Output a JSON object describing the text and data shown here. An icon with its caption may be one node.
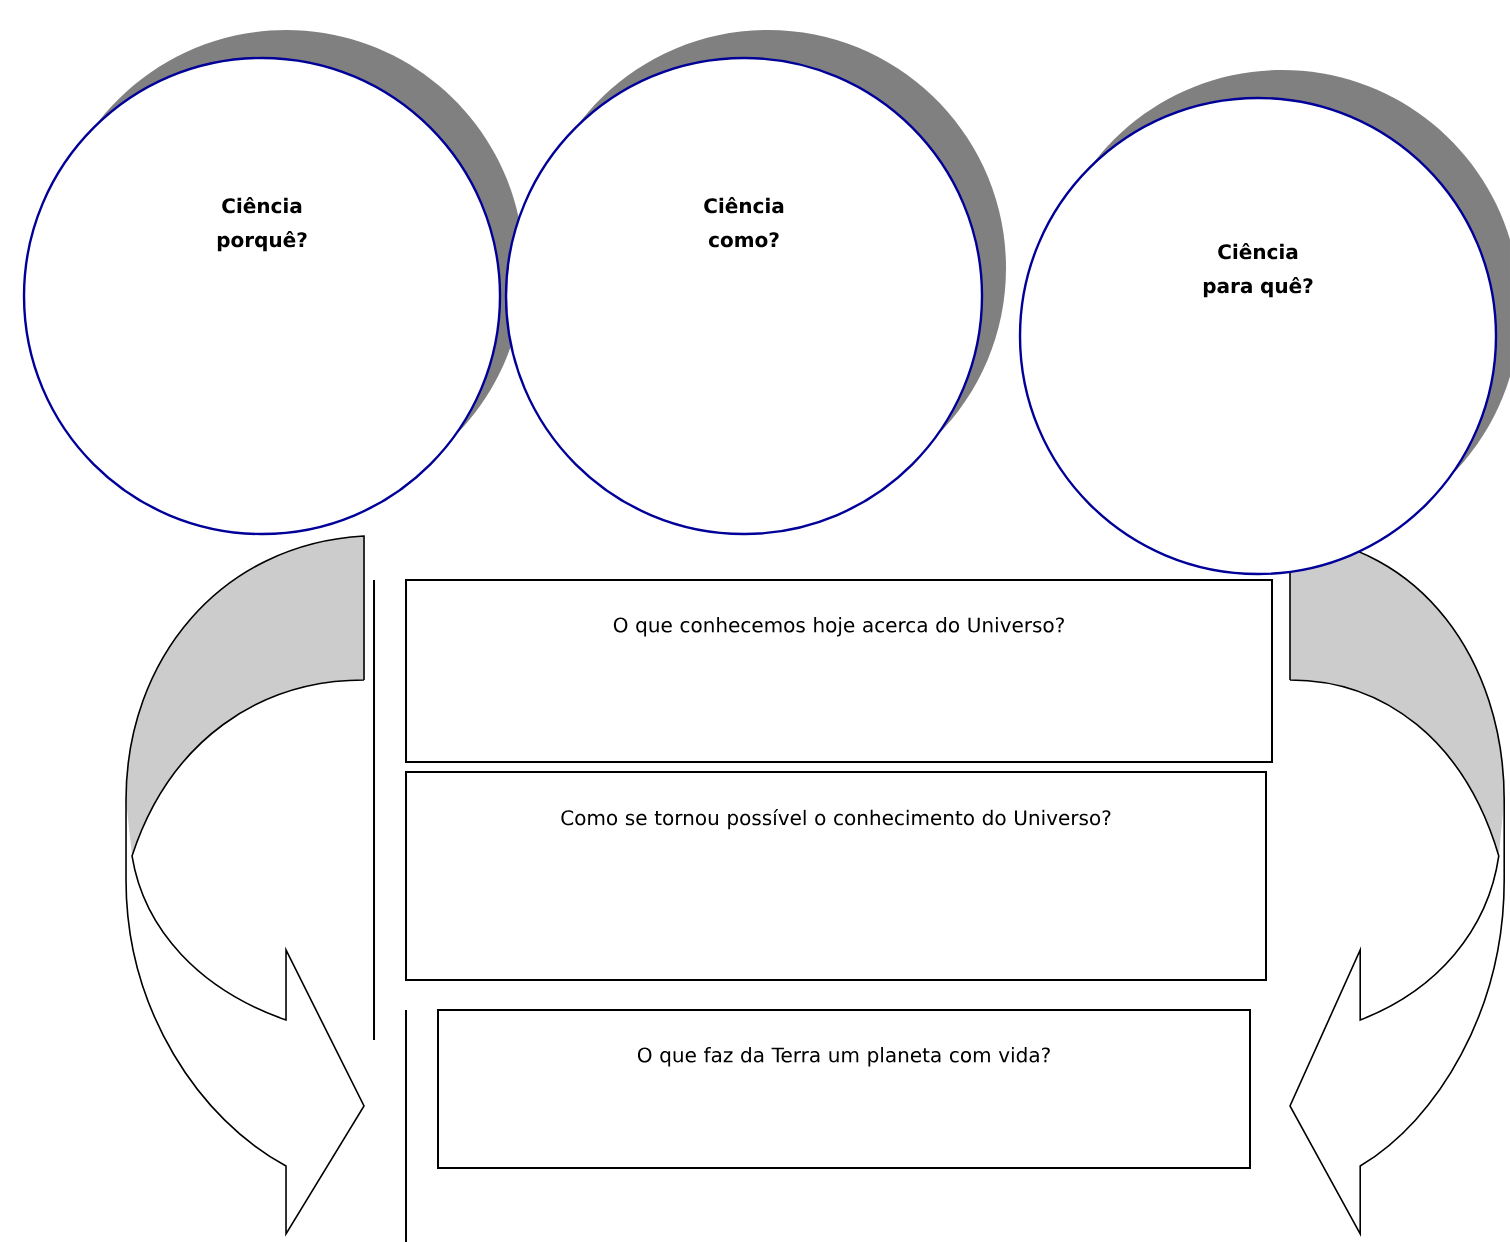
{
  "diagram": {
    "nodes": [
      {
        "text": [
          "Ciência porquê?"
        ]
      },
      {
        "text": [
          "Ciência como?"
        ]
      },
      {
        "text": [
          "Ciência para quê?"
        ]
      },
      {
        "text": [
          "O que conhecemos hoje acerca do Universo?"
        ]
      },
      {
        "text": [
          "Como se tornou possível o conhecimento do Universo?"
        ]
      },
      {
        "text": [
          "O que faz da Terra um planeta com vida?"
        ]
      }
    ]
  }
}
